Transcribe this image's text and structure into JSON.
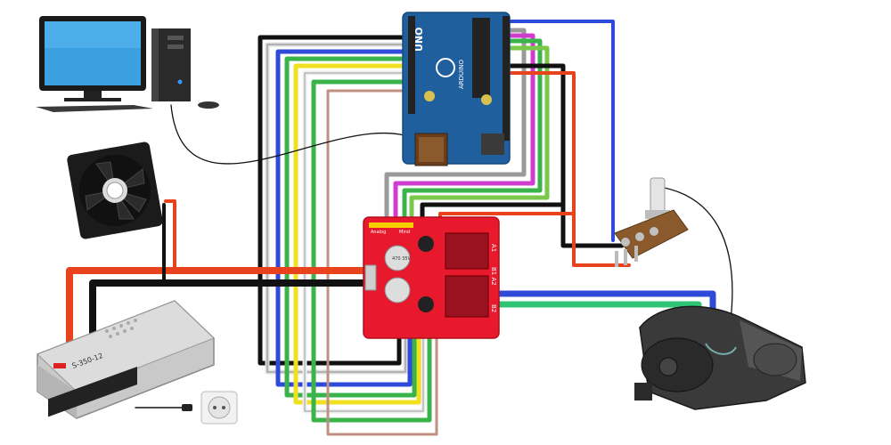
{
  "arduino": {
    "board_text": "UNO",
    "brand_text": "ARDUINO"
  },
  "driver": {
    "header_left": "Analog",
    "header_right": "Mind",
    "terminal_a1": "A1",
    "terminal_b1a2": "B1 A2",
    "terminal_b2": "B2",
    "cap_text": "470 35V"
  },
  "power_supply": {
    "model_text": "S-350-12"
  },
  "colors": {
    "arduino_blue": "#1f5f9e",
    "driver_red": "#e8192c",
    "wire_black": "#111111",
    "wire_red": "#e8431c",
    "wire_blue": "#2f49d8",
    "wire_green": "#2ec474",
    "wire_yellow": "#f0e020",
    "wire_white": "#e8e8d8",
    "wire_grey": "#a0a0a0",
    "wire_magenta": "#d03cd0",
    "wire_lightgreen": "#5ec84a",
    "wire_brown": "#c09080"
  },
  "icons": [
    "desktop-computer",
    "cooling-fan",
    "power-supply",
    "wall-socket",
    "arduino-board",
    "motor-driver",
    "potentiometer",
    "wiper-motor"
  ]
}
